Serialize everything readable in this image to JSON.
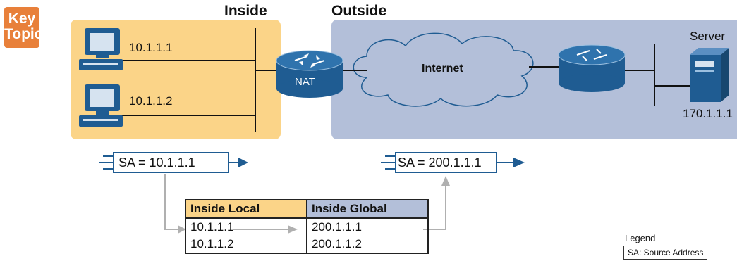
{
  "badge": {
    "line1": "Key",
    "line2": "Topic"
  },
  "zones": {
    "inside": "Inside",
    "outside": "Outside"
  },
  "hosts": [
    {
      "ip": "10.1.1.1"
    },
    {
      "ip": "10.1.1.2"
    }
  ],
  "nat_router": {
    "label": "NAT"
  },
  "cloud": {
    "label": "Internet"
  },
  "server": {
    "label": "Server",
    "ip": "170.1.1.1"
  },
  "packets": {
    "inside": {
      "text": "SA = 10.1.1.1"
    },
    "outside": {
      "text": "SA = 200.1.1.1"
    }
  },
  "nat_table": {
    "headers": [
      "Inside Local",
      "Inside Global"
    ],
    "rows": [
      [
        "10.1.1.1",
        "200.1.1.1"
      ],
      [
        "10.1.1.2",
        "200.1.1.2"
      ]
    ]
  },
  "legend": {
    "title": "Legend",
    "entry": "SA: Source Address"
  },
  "colors": {
    "inside": "#fbd488",
    "outside": "#b3bfd9",
    "device": "#1f5c92",
    "arrow": "#1f5c92",
    "flow": "#b0b0b0",
    "badge": "#e8803a"
  }
}
